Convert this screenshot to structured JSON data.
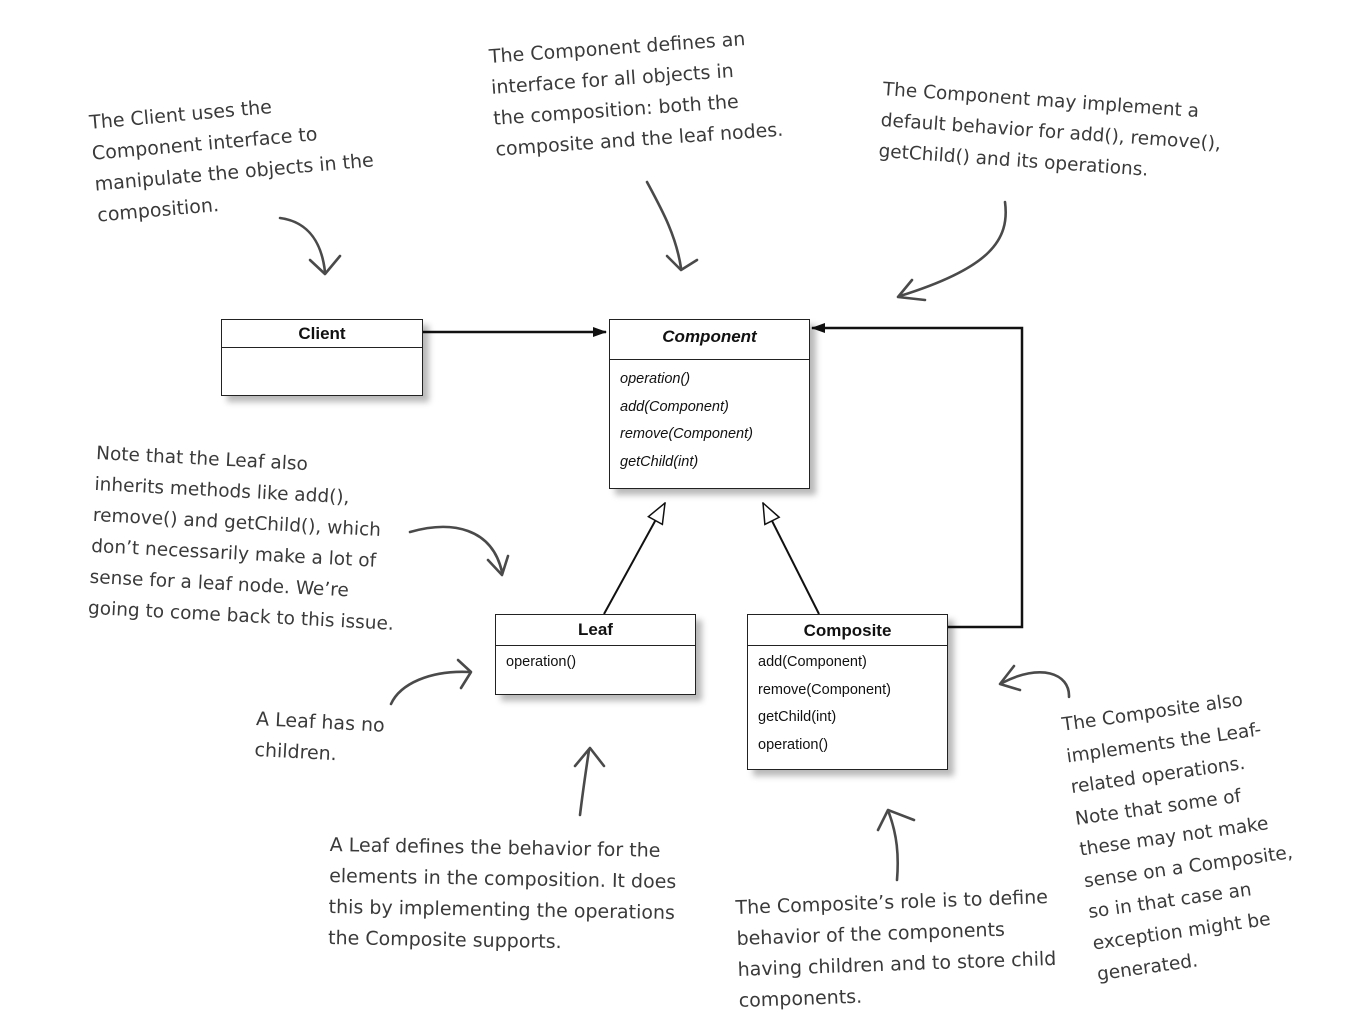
{
  "classes": {
    "client": {
      "name": "Client",
      "methods": []
    },
    "component": {
      "name": "Component",
      "methods": [
        "operation()",
        "add(Component)",
        "remove(Component)",
        "getChild(int)"
      ]
    },
    "leaf": {
      "name": "Leaf",
      "methods": [
        "operation()"
      ]
    },
    "composite": {
      "name": "Composite",
      "methods": [
        "add(Component)",
        "remove(Component)",
        "getChild(int)",
        "operation()"
      ]
    }
  },
  "notes": {
    "client_note": [
      "The Client uses the",
      "Component interface to",
      "manipulate the objects in the",
      "composition."
    ],
    "component_note": [
      "The Component defines an",
      "interface for all objects in",
      "the composition: both the",
      "composite and the leaf nodes."
    ],
    "default_note": [
      "The Component may implement a",
      "default behavior for add(), remove(),",
      "getChild() and its operations."
    ],
    "leaf_inherits_note": [
      "Note that the Leaf also",
      "inherits methods like add(),",
      "remove() and getChild(), which",
      "don’t necessarily make a lot of",
      "sense for a leaf node. We’re",
      "going to come back to this issue."
    ],
    "leaf_children_note": [
      "A Leaf has no",
      "children."
    ],
    "leaf_behavior_note": [
      "A Leaf defines the behavior for the",
      "elements in the composition.  It does",
      "this by implementing the operations",
      "the Composite supports."
    ],
    "composite_role_note": [
      "The Composite’s role is to define",
      "behavior of the components",
      "having children and to store child",
      "components."
    ],
    "composite_ops_note": [
      "The Composite also",
      "implements the Leaf-",
      "related operations.",
      "Note that some of",
      "these may not make",
      "sense on a Composite,",
      "so in that case an",
      "exception might be",
      "generated."
    ]
  }
}
